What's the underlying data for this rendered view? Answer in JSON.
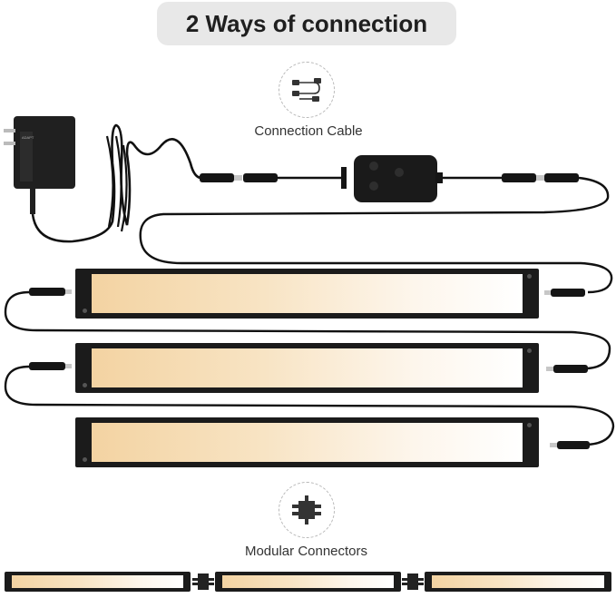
{
  "header": {
    "title": "2 Ways of connection"
  },
  "connection_cable": {
    "label": "Connection Cable",
    "icon": "cable-icon"
  },
  "modular_connectors": {
    "label": "Modular Connectors",
    "icon": "connector-icon"
  },
  "adapter": {
    "icon": "power-adapter-icon"
  },
  "controller": {
    "icon": "touch-switch-icon"
  },
  "colors": {
    "light_warm": "#f3d3a2",
    "housing": "#1b1b1b",
    "title_bg": "#e8e8e8"
  }
}
